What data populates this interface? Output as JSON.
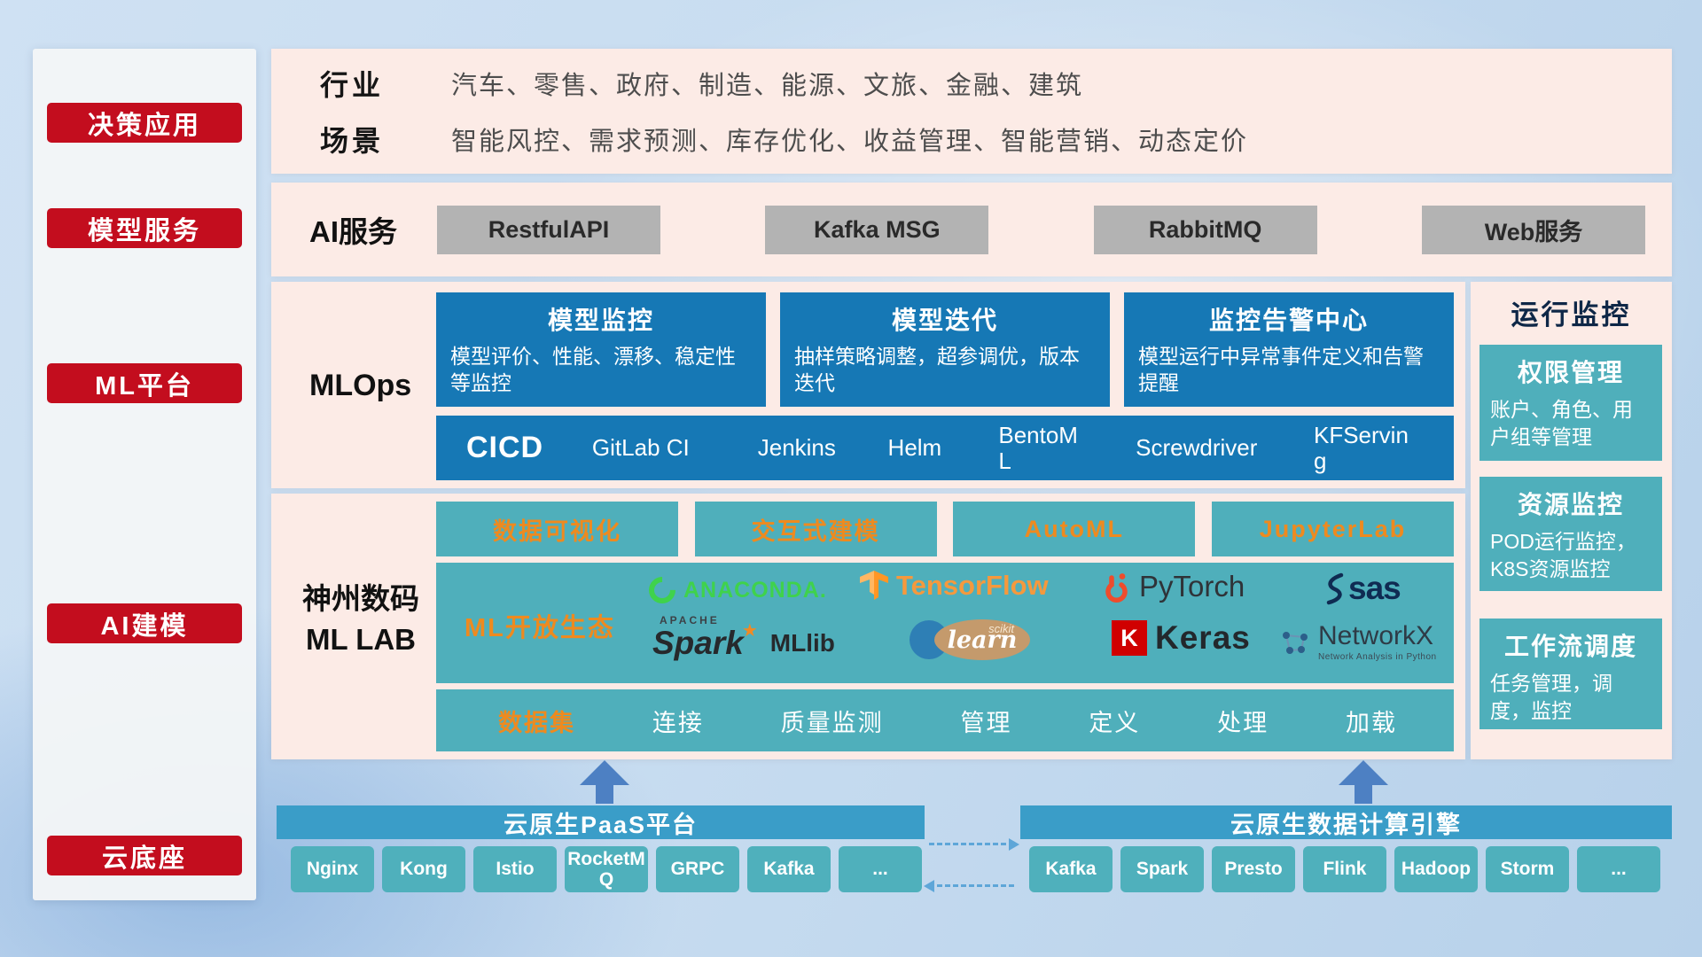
{
  "sidebar": {
    "items": [
      {
        "label": "决策应用"
      },
      {
        "label": "模型服务"
      },
      {
        "label": "ML平台"
      },
      {
        "label": "AI建模"
      },
      {
        "label": "云底座"
      }
    ]
  },
  "industry": {
    "rows": [
      {
        "label": "行业",
        "content": "汽车、零售、政府、制造、能源、文旅、金融、建筑"
      },
      {
        "label": "场景",
        "content": "智能风控、需求预测、库存优化、收益管理、智能营销、动态定价"
      }
    ]
  },
  "ai_service": {
    "label": "AI服务",
    "buttons": [
      "RestfulAPI",
      "Kafka MSG",
      "RabbitMQ",
      "Web服务"
    ]
  },
  "mlops": {
    "label": "MLOps",
    "cards": [
      {
        "title": "模型监控",
        "desc": "模型评价、性能、漂移、稳定性等监控"
      },
      {
        "title": "模型迭代",
        "desc": "抽样策略调整，超参调优，版本迭代"
      },
      {
        "title": "监控告警中心",
        "desc": "模型运行中异常事件定义和告警提醒"
      }
    ],
    "cicd_label": "CICD",
    "cicd_tools": [
      "GitLab CI",
      "Jenkins",
      "Helm",
      "BentoML",
      "Screwdriver",
      "KFServing"
    ]
  },
  "mllab": {
    "label_line1": "神州数码",
    "label_line2": "ML LAB",
    "tools": [
      "数据可视化",
      "交互式建模",
      "AutoML",
      "JupyterLab"
    ],
    "ecosystem_label": "ML开放生态",
    "logos": {
      "anaconda": "ANACONDA.",
      "tensorflow": "TensorFlow",
      "pytorch": "PyTorch",
      "sas": "sas",
      "spark_apache": "APACHE",
      "spark": "Spark",
      "mllib": "MLlib",
      "sklearn_scikit": "scikit",
      "sklearn_learn": "learn",
      "keras_k": "K",
      "keras": "Keras",
      "networkx": "NetworkX",
      "networkx_sub": "Network Analysis in Python"
    },
    "dataset": {
      "label": "数据集",
      "items": [
        "连接",
        "质量监测",
        "管理",
        "定义",
        "处理",
        "加载"
      ]
    }
  },
  "monitor": {
    "title": "运行监控",
    "cards": [
      {
        "title": "权限管理",
        "desc": "账户、角色、用户组等管理"
      },
      {
        "title": "资源监控",
        "desc": "POD运行监控，K8S资源监控"
      },
      {
        "title": "工作流调度",
        "desc": "任务管理，调度，监控"
      }
    ]
  },
  "foundation": {
    "paas": {
      "title": "云原生PaaS平台",
      "items": [
        "Nginx",
        "Kong",
        "Istio",
        "RocketMQ",
        "GRPC",
        "Kafka",
        "..."
      ]
    },
    "engine": {
      "title": "云原生数据计算引擎",
      "items": [
        "Kafka",
        "Spark",
        "Presto",
        "Flink",
        "Hadoop",
        "Storm",
        "..."
      ]
    }
  },
  "colors": {
    "red": "#c30d1e",
    "pink_panel": "#fcebe6",
    "mlops_blue": "#1678b5",
    "teal": "#4fafbb",
    "orange": "#ee8a1f",
    "header_blue": "#3a9dc8",
    "arrow_blue": "#4d80c3"
  }
}
